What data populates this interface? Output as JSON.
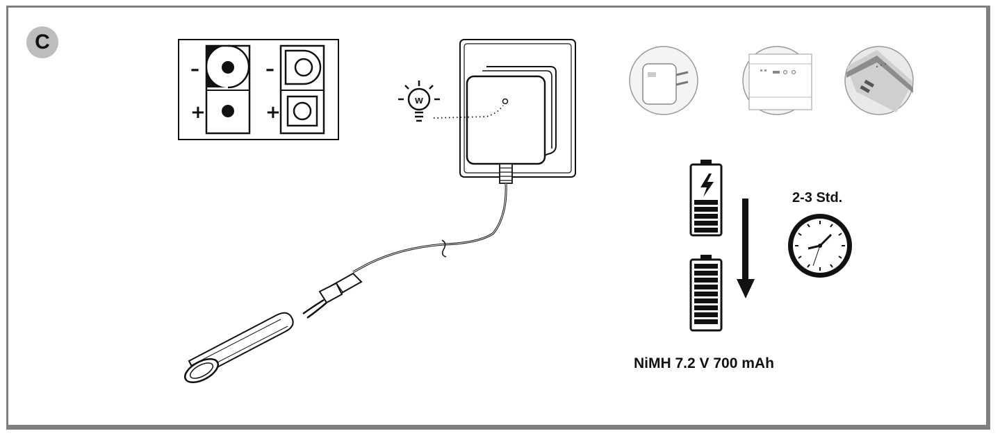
{
  "step": {
    "label": "C"
  },
  "polarity": {
    "minus": "–",
    "plus": "+"
  },
  "charger_indicator": {
    "letter": "w"
  },
  "charge_time": {
    "label": "2-3 Std."
  },
  "battery": {
    "spec": "NiMH 7.2 V 700 mAh"
  },
  "icons": {
    "polarity_diagram": "polarity-diagram-icon",
    "lamp": "charger-led-icon",
    "wall_charger": "wall-charger-icon",
    "usb_adapter": "usb-power-adapter-icon",
    "usb_port_pc": "computer-usb-port-icon",
    "usb_port_laptop": "laptop-usb-port-icon",
    "battery_charging": "battery-charging-icon",
    "battery_full": "battery-full-icon",
    "arrow": "arrow-down-icon",
    "clock": "clock-icon",
    "battery_pack": "battery-pack-icon"
  }
}
